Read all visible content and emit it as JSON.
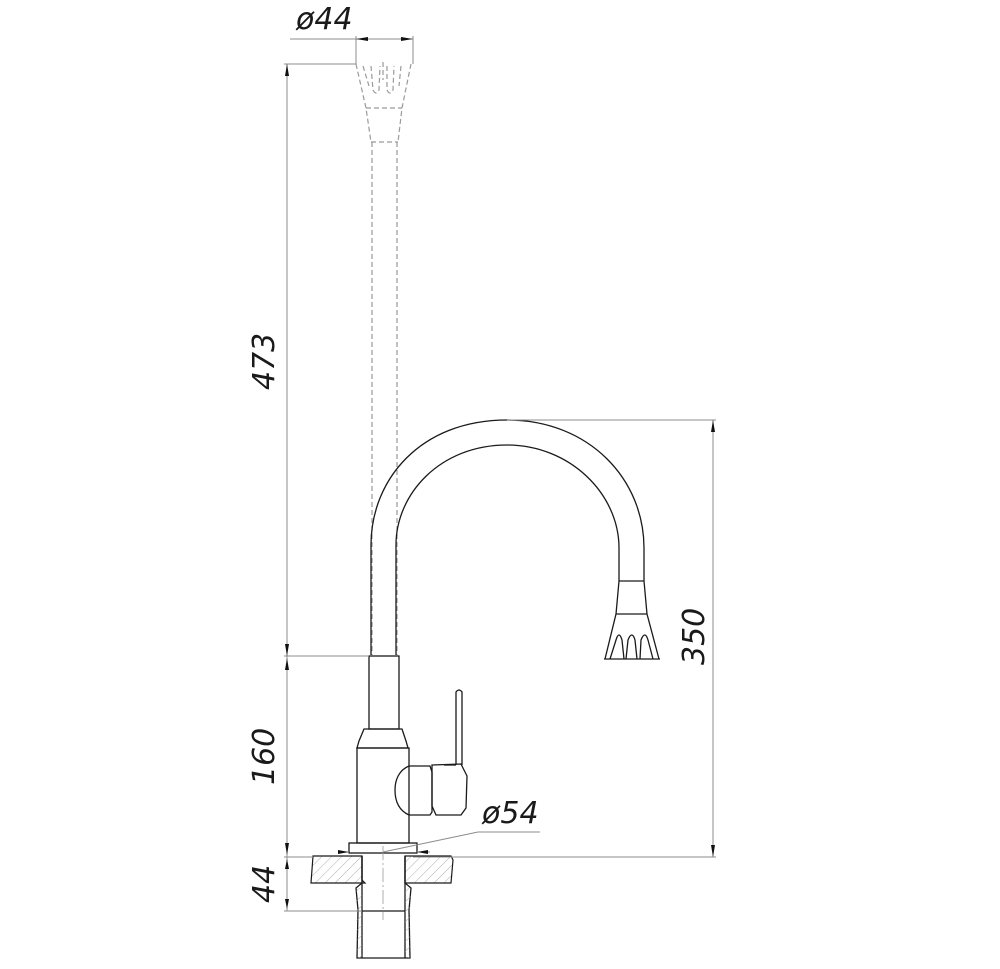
{
  "drawing": {
    "title": "Kitchen faucet with swivel spout – dimensional drawing",
    "dimensions": {
      "spout_diameter": "ø44",
      "raised_spout_height": "473",
      "spout_outlet_height": "350",
      "body_height": "160",
      "base_diameter": "ø54",
      "mount_thread_length": "44"
    },
    "colors": {
      "object_line": "#1a1a1a",
      "dimension_line": "#8c8c8c",
      "hidden_line": "#9a9a9a"
    }
  }
}
